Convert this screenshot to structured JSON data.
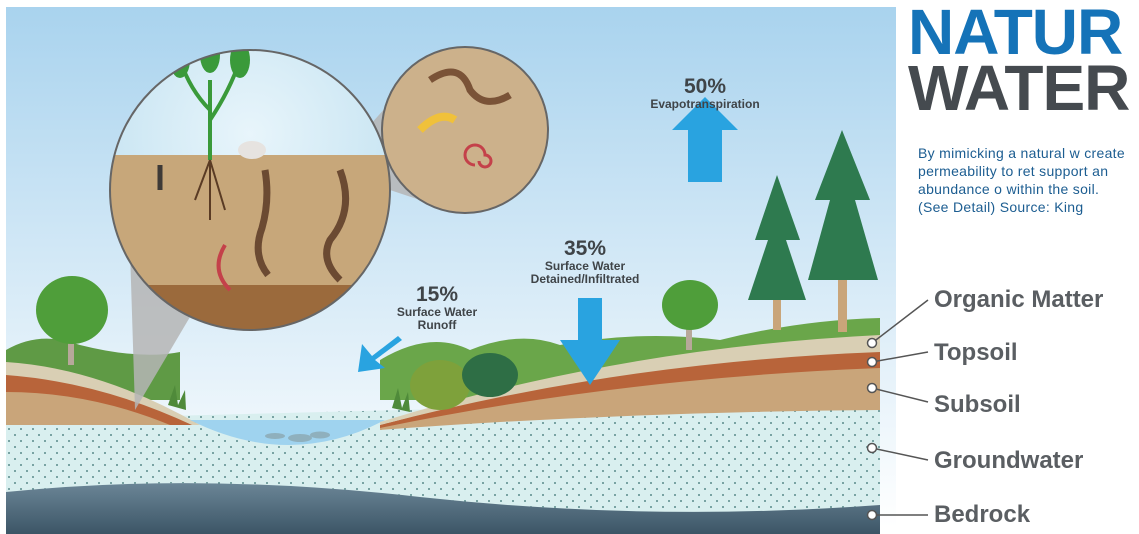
{
  "title": {
    "line1": "NATUR",
    "line2": "WATER"
  },
  "description": {
    "text": "By mimicking a natural w create permeability to ret support an abundance o within the soil.",
    "source": "(See Detail) Source: King"
  },
  "stats": [
    {
      "pct": "50%",
      "label": "Evapotranspiration"
    },
    {
      "pct": "35%",
      "label_line1": "Surface Water",
      "label_line2": "Detained/Infiltrated"
    },
    {
      "pct": "15%",
      "label_line1": "Surface Water",
      "label_line2": "Runoff"
    }
  ],
  "layers": [
    {
      "name": "Organic Matter"
    },
    {
      "name": "Topsoil"
    },
    {
      "name": "Subsoil"
    },
    {
      "name": "Groundwater"
    },
    {
      "name": "Bedrock"
    }
  ],
  "colors": {
    "title_blue": "#1573b8",
    "title_gray": "#454a4f",
    "arrow_blue": "#29a3e0",
    "sky": "#cfe6f4",
    "groundwater": "#d9efef",
    "bedrock": "#4e6b7c",
    "topsoil": "#b8643a",
    "subsoil": "#c9a57a",
    "organic": "#d9cfb4",
    "grass": "#6aa64a"
  }
}
